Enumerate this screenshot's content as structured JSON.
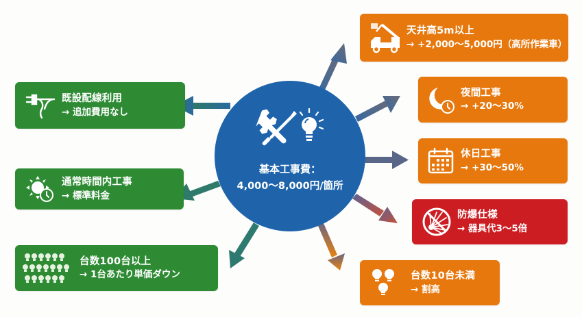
{
  "center": {
    "icon": "tools-and-lightbulb-icon",
    "title": "基本工事費：",
    "price": "4,000〜8,000円/箇所",
    "color": "#1f64ab"
  },
  "left_items": [
    {
      "icon": "plug-wiring-icon",
      "title": "既設配線利用",
      "detail": "→ 追加費用なし",
      "color": "#2e8b34"
    },
    {
      "icon": "sun-clock-icon",
      "title": "通常時間内工事",
      "detail": "→ 標準料金",
      "color": "#2e8b34"
    },
    {
      "icon": "many-bulbs-icon",
      "title": "台数100台以上",
      "detail": "→ 1台あたり単価ダウン",
      "color": "#2e8b34"
    }
  ],
  "right_items": [
    {
      "icon": "aerial-work-truck-icon",
      "title": "天井高5m以上",
      "detail": "→ +2,000〜5,000円（高所作業車）",
      "color": "#e6780e"
    },
    {
      "icon": "moon-clock-icon",
      "title": "夜間工事",
      "detail": "→ +20〜30%",
      "color": "#e6780e"
    },
    {
      "icon": "calendar-icon",
      "title": "休日工事",
      "detail": "→ +30〜50%",
      "color": "#e6780e"
    },
    {
      "icon": "explosion-proof-icon",
      "title": "防爆仕様",
      "detail": "→ 器具代3〜5倍",
      "color": "#cc1d22"
    },
    {
      "icon": "few-bulbs-icon",
      "title": "台数10台未満",
      "detail": "→ 割高",
      "color": "#e6780e"
    }
  ]
}
